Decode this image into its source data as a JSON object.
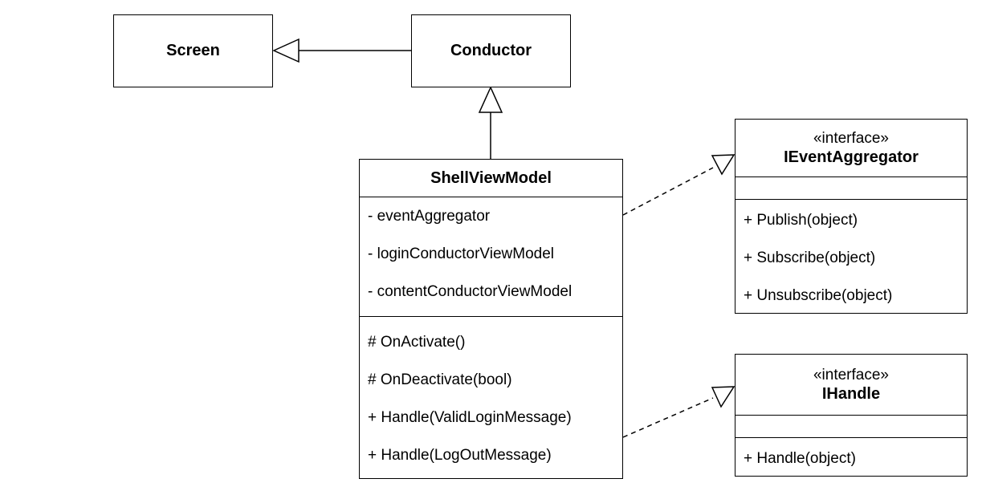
{
  "diagram": {
    "type": "UML class diagram",
    "classes": {
      "screen": {
        "name": "Screen"
      },
      "conductor": {
        "name": "Conductor"
      },
      "shell": {
        "name": "ShellViewModel",
        "attributes": [
          "- eventAggregator",
          "- loginConductorViewModel",
          "- contentConductorViewModel"
        ],
        "methods": [
          "# OnActivate()",
          "# OnDeactivate(bool)",
          "+ Handle(ValidLoginMessage)",
          "+ Handle(LogOutMessage)"
        ]
      },
      "ieventaggregator": {
        "stereotype": "«interface»",
        "name": "IEventAggregator",
        "attributes": [],
        "methods": [
          "+ Publish(object)",
          "+ Subscribe(object)",
          "+ Unsubscribe(object)"
        ]
      },
      "ihandle": {
        "stereotype": "«interface»",
        "name": "IHandle",
        "attributes": [],
        "methods": [
          "+ Handle(object)"
        ]
      }
    },
    "relationships": [
      {
        "from": "Conductor",
        "to": "Screen",
        "kind": "generalization"
      },
      {
        "from": "ShellViewModel",
        "to": "Conductor",
        "kind": "generalization"
      },
      {
        "from": "ShellViewModel",
        "to": "IEventAggregator",
        "kind": "realization"
      },
      {
        "from": "ShellViewModel",
        "to": "IHandle",
        "kind": "realization"
      }
    ],
    "colors": {
      "line": "#000000",
      "fill": "#ffffff"
    }
  }
}
